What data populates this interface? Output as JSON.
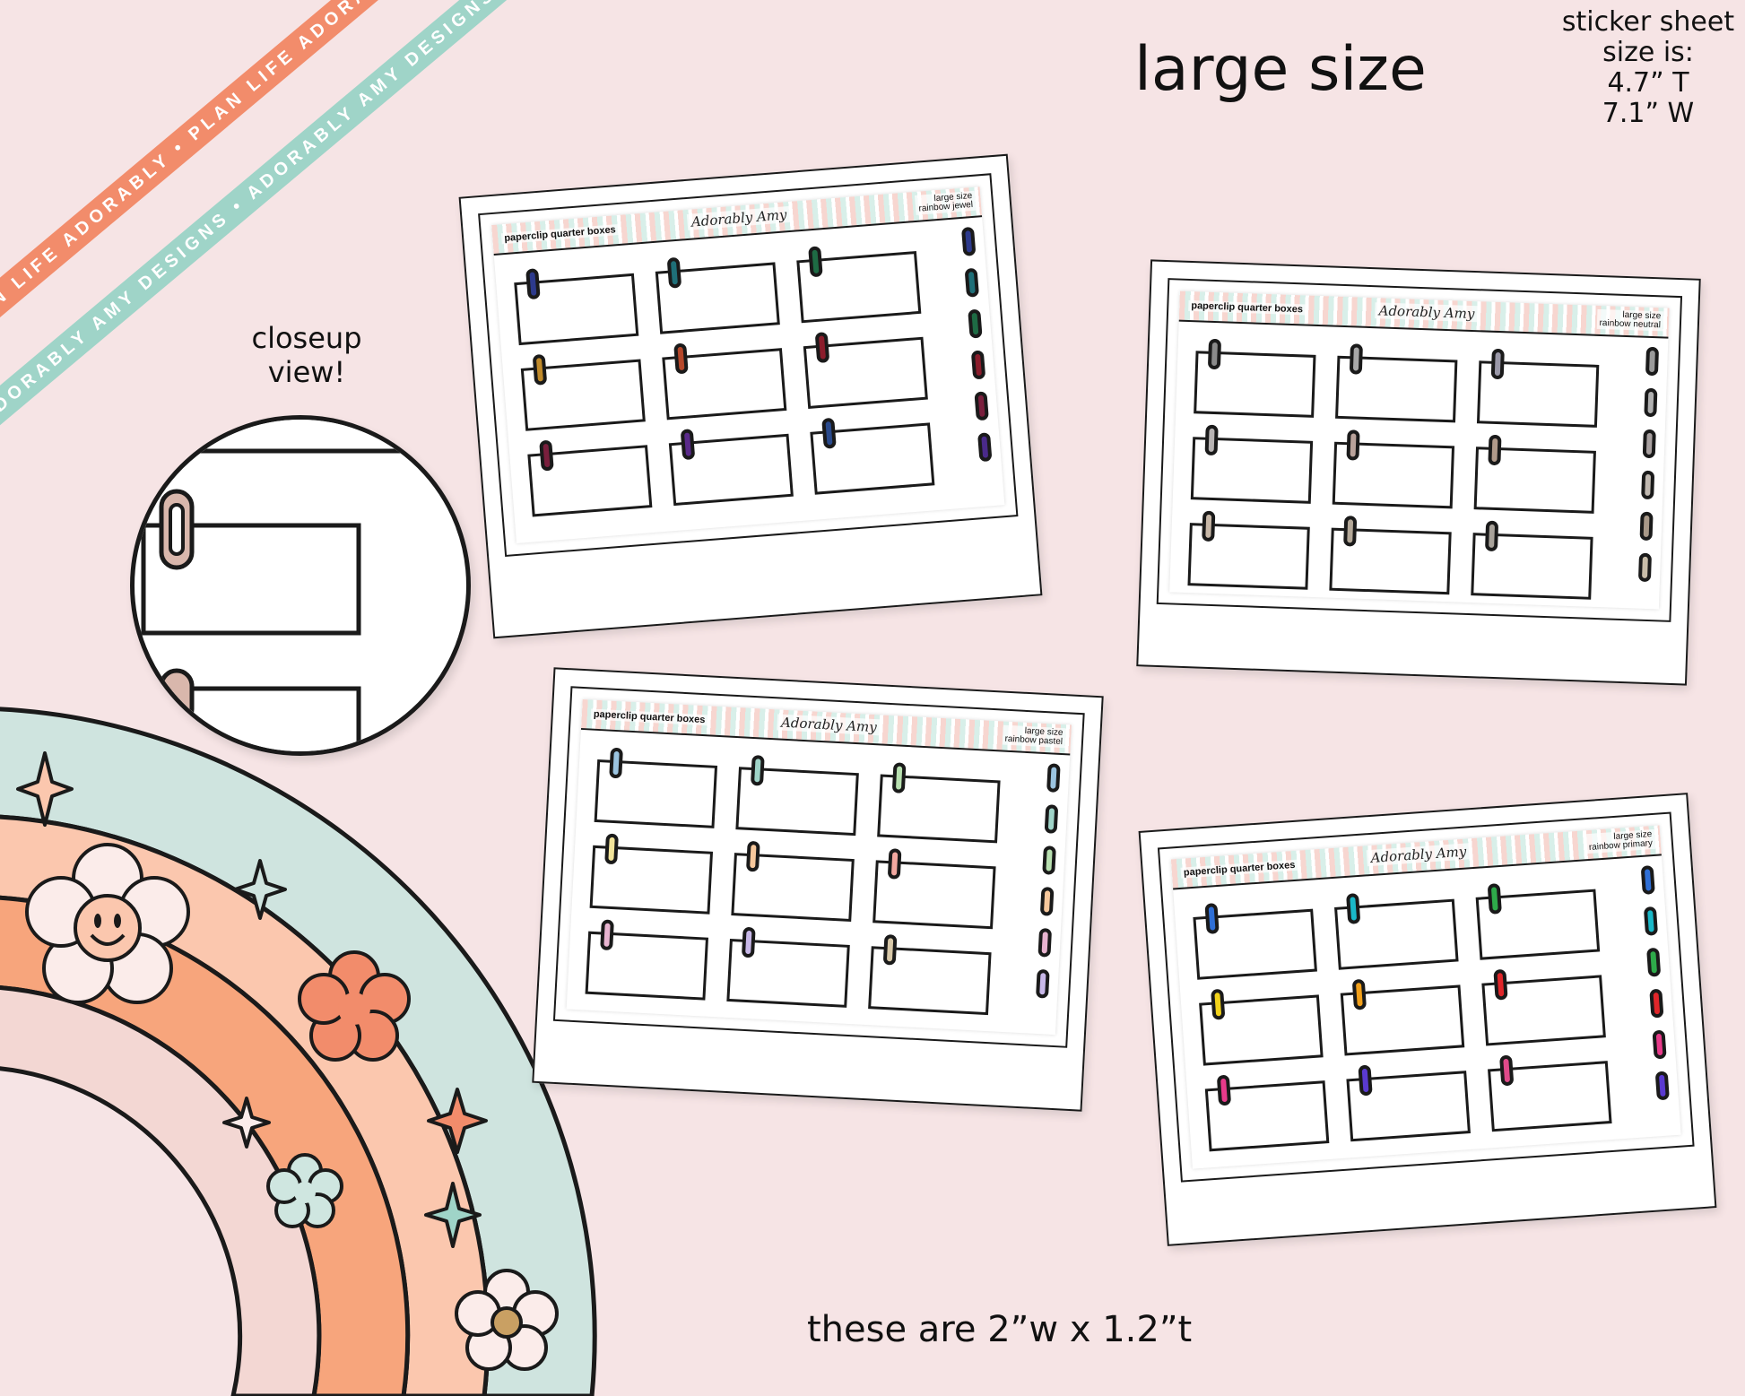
{
  "ribbons": {
    "orange_text": "PLAN LIFE ADORABLY • PLAN LIFE ADORABLY • PLAN LIFE ADORABLY",
    "mint_text": "ADORABLY AMY DESIGNS • ADORABLY AMY DESIGNS • ADORABLY AMY DESIGNS"
  },
  "heading": "large size",
  "size_info": {
    "line1": "sticker sheet",
    "line2": "size is:",
    "line3": "4.7” T",
    "line4": "7.1” W"
  },
  "closeup_label": {
    "line1": "closeup",
    "line2": "view!"
  },
  "footer": "these are 2”w x 1.2”t",
  "sheet_common": {
    "title": "paperclip quarter boxes",
    "brand": "Adorably Amy",
    "size_tag": "large size"
  },
  "sheets": [
    {
      "variant": "rainbow jewel",
      "clip_colors": [
        "#2d3a8c",
        "#1f6f78",
        "#1e6b44",
        "#c08a2a",
        "#b5472a",
        "#8b1d2c",
        "#7a1f3d",
        "#5a2a8a",
        "#2a4a8c"
      ],
      "side_colors": [
        "#2d3a8c",
        "#1f6f78",
        "#1e6b44",
        "#8b1d2c",
        "#7a1f3d",
        "#4a2a8a"
      ]
    },
    {
      "variant": "rainbow neutral",
      "clip_colors": [
        "#8a8a8a",
        "#a8a8a8",
        "#9a98a8",
        "#b8b4b4",
        "#b9a29a",
        "#b09a8a",
        "#c8b8a8",
        "#b4a898",
        "#a8a29a"
      ],
      "side_colors": [
        "#9a9a9a",
        "#b0b0b0",
        "#a8a0a0",
        "#c0b8b0",
        "#a89888",
        "#c8bca8"
      ]
    },
    {
      "variant": "rainbow pastel",
      "clip_colors": [
        "#9bc4e0",
        "#9fd4c8",
        "#b8e0b0",
        "#f2e49a",
        "#f7c89c",
        "#f2a8a0",
        "#e8b4d0",
        "#c8b8e8",
        "#d8c8a8"
      ],
      "side_colors": [
        "#9bc4e0",
        "#9fd4c8",
        "#b8e0b0",
        "#f7c89c",
        "#e8b4d0",
        "#c8b8e8"
      ]
    },
    {
      "variant": "rainbow primary",
      "clip_colors": [
        "#2f6fd6",
        "#1ab8c8",
        "#2eaa4a",
        "#f2d21a",
        "#f2a01a",
        "#e0262a",
        "#e83a8a",
        "#5a3ad0",
        "#e04a8a"
      ],
      "side_colors": [
        "#2f6fd6",
        "#1ab8c8",
        "#2eaa4a",
        "#e0262a",
        "#e83a8a",
        "#5a3ad0"
      ]
    }
  ],
  "colors": {
    "background": "#f6e4e5",
    "ribbon_orange": "#f28c6b",
    "ribbon_mint": "#9fd4c8",
    "rainbow_outer": "#cfe4df",
    "rainbow_mid": "#fbc7ae",
    "rainbow_orange": "#f7a57c",
    "rainbow_inner": "#f3d7d3",
    "flower_orange": "#f28c6b",
    "flower_white": "#fbecea",
    "flower_mint": "#cfe6e0",
    "closeup_clip": "#d9b7ac"
  },
  "icons": [
    "flower-icon",
    "sparkle-icon",
    "paperclip-icon",
    "smiley-icon"
  ]
}
